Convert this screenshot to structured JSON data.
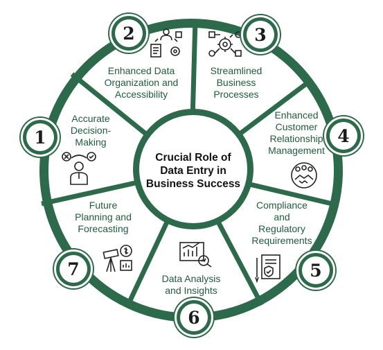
{
  "center": {
    "title_line1": "Crucial Role of",
    "title_line2": "Data Entry in",
    "title_line3": "Business Success"
  },
  "segments": [
    {
      "number": "1",
      "lines": [
        "Accurate",
        "Decision-",
        "Making"
      ],
      "icon": "decision-maker-icon"
    },
    {
      "number": "2",
      "lines": [
        "Enhanced Data",
        "Organization and",
        "Accessibility"
      ],
      "icon": "data-organization-icon"
    },
    {
      "number": "3",
      "lines": [
        "Streamlined",
        "Business",
        "Processes"
      ],
      "icon": "process-workflow-icon"
    },
    {
      "number": "4",
      "lines": [
        "Enhanced",
        "Customer",
        "Relationship",
        "Management"
      ],
      "icon": "handshake-icon"
    },
    {
      "number": "5",
      "lines": [
        "Compliance",
        "and",
        "Regulatory",
        "Requirements"
      ],
      "icon": "compliance-document-icon"
    },
    {
      "number": "6",
      "lines": [
        "Data Analysis",
        "and Insights"
      ],
      "icon": "analytics-chart-icon"
    },
    {
      "number": "7",
      "lines": [
        "Future",
        "Planning and",
        "Forecasting"
      ],
      "icon": "telescope-icon"
    }
  ],
  "colors": {
    "ring": "#2c6a4b",
    "text": "#1e5b3f",
    "background": "#ffffff"
  }
}
